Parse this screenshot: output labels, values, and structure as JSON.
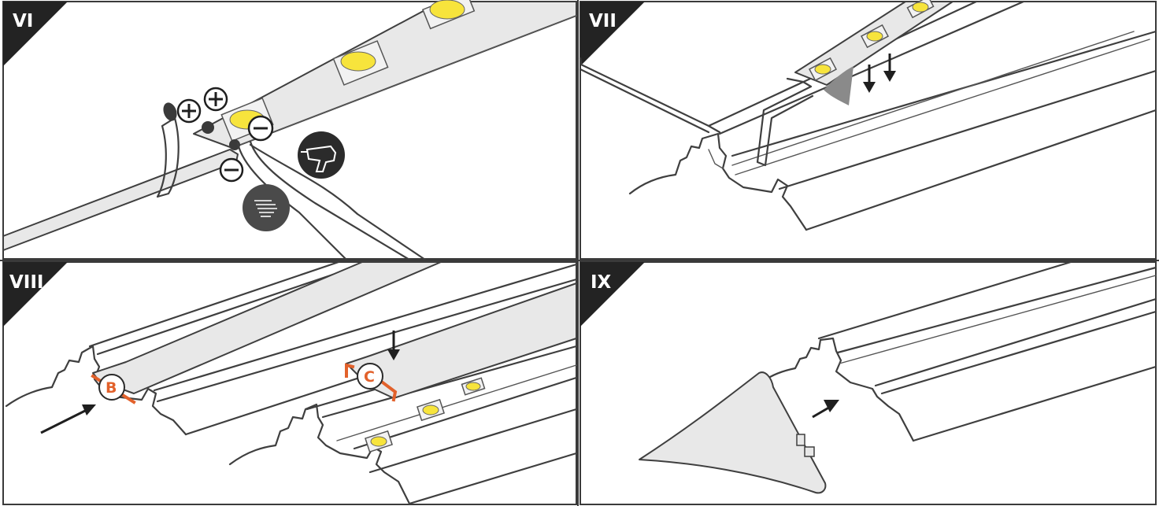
{
  "panels": [
    {
      "id": "VI",
      "label": "VI"
    },
    {
      "id": "VII",
      "label": "VII"
    },
    {
      "id": "VIII",
      "label": "VIII"
    },
    {
      "id": "IX",
      "label": "IX"
    }
  ],
  "callouts": {
    "b": "B",
    "c": "C"
  },
  "colors": {
    "led": "#f7e43c",
    "accent": "#e2612b",
    "line": "#3f3f3f",
    "tab": "#232323",
    "surface": "#e8e8e8"
  },
  "icons": {
    "plus": "plus-symbol",
    "minus": "minus-symbol",
    "tool": "soldering-iron-icon",
    "solder": "solder-wire-icon",
    "arrow": "arrow"
  }
}
